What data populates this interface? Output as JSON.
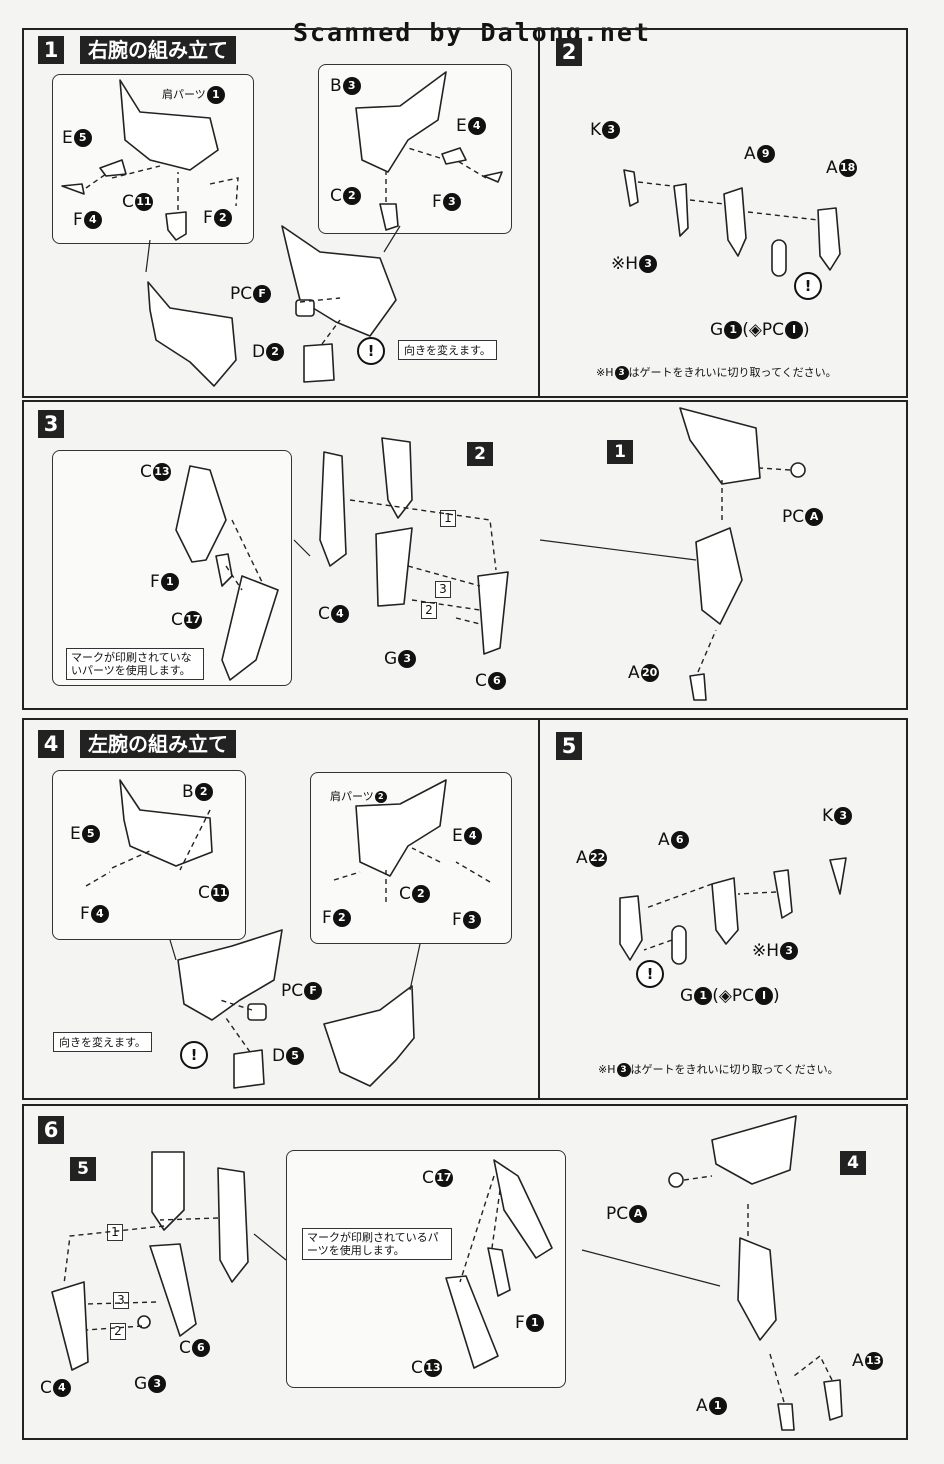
{
  "header": {
    "scanner_text": "Scanned by Dalong.net"
  },
  "step1": {
    "num": "1",
    "title": "右腕の組み立て",
    "shoulder": "肩パーツ",
    "shoulder_no": "1",
    "B": "B",
    "B_no": "3",
    "E_l": "E",
    "E_l_no": "5",
    "E_r": "E",
    "E_r_no": "4",
    "F_l": "F",
    "F_l_no": "4",
    "C_l": "C",
    "C_l_no": "11",
    "F_m": "F",
    "F_m_no": "2",
    "C_r": "C",
    "C_r_no": "2",
    "F_r": "F",
    "F_r_no": "3",
    "pc": "PC",
    "pc_no": "F",
    "d": "D",
    "d_no": "2",
    "warn": "!",
    "rotate": "向きを変えます。"
  },
  "step2": {
    "num": "2",
    "K": "K",
    "K_no": "3",
    "A9": "A",
    "A9_no": "9",
    "A18": "A",
    "A18_no": "18",
    "H": "※H",
    "H_no": "3",
    "G": "G",
    "G_no": "1",
    "pc_open": "(",
    "pc": "PC",
    "pc_no": "I",
    "pc_close": ")",
    "warn": "!",
    "note_pre": "※H",
    "note_no": "3",
    "note_post": "はゲートをきれいに切り取ってください。"
  },
  "step3": {
    "num": "3",
    "C13": "C",
    "C13_no": "13",
    "F1": "F",
    "F1_no": "1",
    "C17": "C",
    "C17_no": "17",
    "note": "マークが印刷されていないパーツを使用します。",
    "ref2": "2",
    "o1": "1",
    "o2": "2",
    "o3": "3",
    "C4": "C",
    "C4_no": "4",
    "G3": "G",
    "G3_no": "3",
    "C6": "C",
    "C6_no": "6",
    "ref1": "1",
    "pcA": "PC",
    "pcA_no": "A",
    "A20": "A",
    "A20_no": "20"
  },
  "step4": {
    "num": "4",
    "title": "左腕の組み立て",
    "B": "B",
    "B_no": "2",
    "E_l": "E",
    "E_l_no": "5",
    "F_l": "F",
    "F_l_no": "4",
    "C_l": "C",
    "C_l_no": "11",
    "shoulder": "肩パーツ",
    "shoulder_no": "2",
    "E_r": "E",
    "E_r_no": "4",
    "F_m": "F",
    "F_m_no": "2",
    "C_r": "C",
    "C_r_no": "2",
    "F_r": "F",
    "F_r_no": "3",
    "pc": "PC",
    "pc_no": "F",
    "d": "D",
    "d_no": "5",
    "warn": "!",
    "rotate": "向きを変えます。"
  },
  "step5": {
    "num": "5",
    "K": "K",
    "K_no": "3",
    "A6": "A",
    "A6_no": "6",
    "A22": "A",
    "A22_no": "22",
    "H": "※H",
    "H_no": "3",
    "G": "G",
    "G_no": "1",
    "pc_open": "(",
    "pc": "PC",
    "pc_no": "I",
    "pc_close": ")",
    "warn": "!",
    "note_pre": "※H",
    "note_no": "3",
    "note_post": "はゲートをきれいに切り取ってください。"
  },
  "step6": {
    "num": "6",
    "ref5": "5",
    "o1": "1",
    "o2": "2",
    "o3": "3",
    "C4": "C",
    "C4_no": "4",
    "G3": "G",
    "G3_no": "3",
    "C6": "C",
    "C6_no": "6",
    "C17": "C",
    "C17_no": "17",
    "note": "マークが印刷されているパーツを使用します。",
    "F1": "F",
    "F1_no": "1",
    "C13": "C",
    "C13_no": "13",
    "ref4": "4",
    "pcA": "PC",
    "pcA_no": "A",
    "A13": "A",
    "A13_no": "13",
    "A1": "A",
    "A1_no": "1"
  }
}
